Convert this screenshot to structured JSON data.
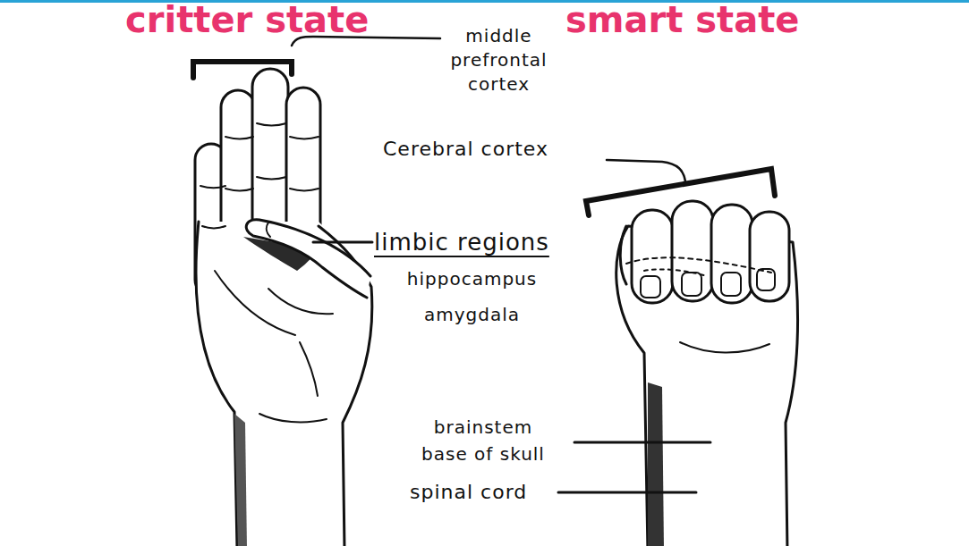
{
  "diagram": {
    "labels": [
      "critter state",
      "smart state",
      "middle prefrontal cortex",
      "Cerebral cortex",
      "limbic regions",
      "hippocampus",
      "amygdala",
      "brainstem base of skull",
      "spinal cord"
    ]
  }
}
